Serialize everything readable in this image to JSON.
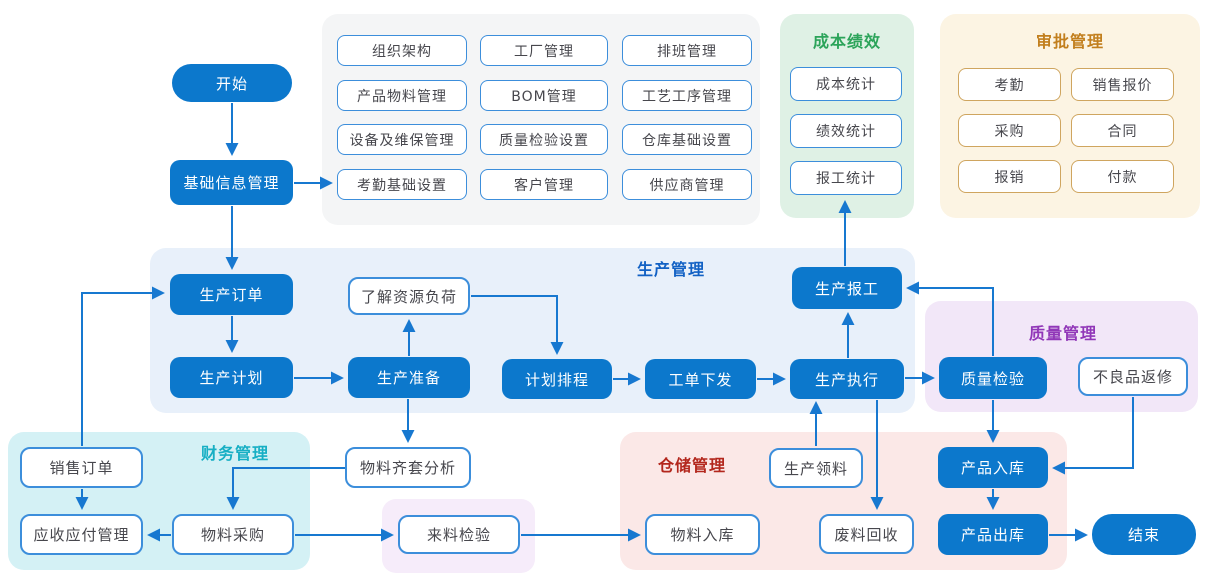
{
  "colors": {
    "node_fill_blue": "#0c78cc",
    "node_border_blue": "#3c8edb",
    "arrow_blue": "#1778d0",
    "panel_gray": "#f4f5f6",
    "panel_blue": "#e8f0fa",
    "panel_green": "#dff1e5",
    "panel_cream": "#fcf4e3",
    "panel_cyan": "#d4f1f5",
    "panel_purple": "#f2e7f8",
    "panel_pink": "#fbe8e7",
    "panel_lilac": "#f6ecfa",
    "title_green": "#2ca45a",
    "title_amber": "#c27f1e",
    "title_blue": "#1261c4",
    "title_purple": "#9137b8",
    "title_teal": "#17afc4",
    "title_red": "#b3271d",
    "approval_box_border": "#cfa55f"
  },
  "nodes": {
    "start": "开始",
    "basic_info": "基础信息管理",
    "prod_order": "生产订单",
    "prod_plan": "生产计划",
    "prod_prep": "生产准备",
    "resource_load": "了解资源负荷",
    "scheduling": "计划排程",
    "work_order": "工单下发",
    "prod_exec": "生产执行",
    "prod_report": "生产报工",
    "quality_check": "质量检验",
    "defect_repair": "不良品返修",
    "sales_order": "销售订单",
    "ar_ap": "应收应付管理",
    "material_purchase": "物料采购",
    "material_kit": "物料齐套分析",
    "incoming_check": "来料检验",
    "material_in": "物料入库",
    "prod_pick": "生产领料",
    "scrap_recycle": "废料回收",
    "product_in": "产品入库",
    "product_out": "产品出库",
    "end": "结束"
  },
  "panels": {
    "basic": {
      "items": [
        "组织架构",
        "工厂管理",
        "排班管理",
        "产品物料管理",
        "BOM管理",
        "工艺工序管理",
        "设备及维保管理",
        "质量检验设置",
        "仓库基础设置",
        "考勤基础设置",
        "客户管理",
        "供应商管理"
      ]
    },
    "cost": {
      "title": "成本绩效",
      "items": [
        "成本统计",
        "绩效统计",
        "报工统计"
      ]
    },
    "approval": {
      "title": "审批管理",
      "items": [
        "考勤",
        "销售报价",
        "采购",
        "合同",
        "报销",
        "付款"
      ]
    },
    "production": {
      "title": "生产管理"
    },
    "quality": {
      "title": "质量管理"
    },
    "finance": {
      "title": "财务管理"
    },
    "warehouse": {
      "title": "仓储管理"
    }
  }
}
